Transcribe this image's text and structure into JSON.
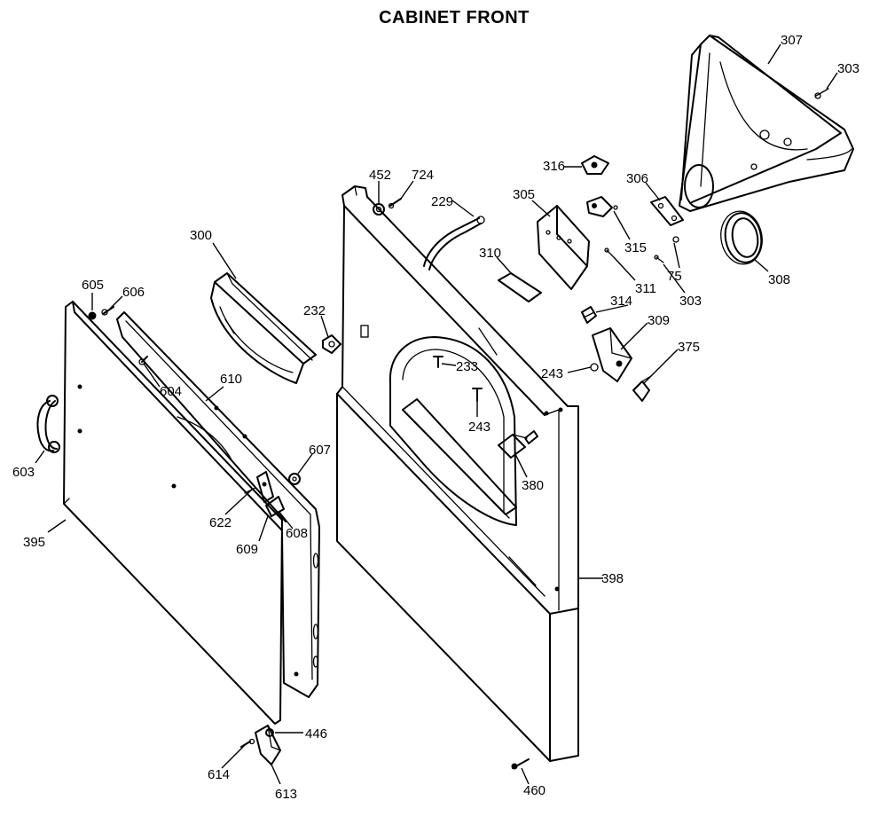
{
  "title": "CABINET FRONT",
  "labels": {
    "p307": "307",
    "p303a": "303",
    "p316": "316",
    "p306": "306",
    "p305": "305",
    "p315": "315",
    "p75": "75",
    "p308": "308",
    "p311": "311",
    "p303b": "303",
    "p310": "310",
    "p452": "452",
    "p724": "724",
    "p229": "229",
    "p300": "300",
    "p232": "232",
    "p605": "605",
    "p606": "606",
    "p604": "604",
    "p610": "610",
    "p603": "603",
    "p314": "314",
    "p309": "309",
    "p375": "375",
    "p243a": "243",
    "p233": "233",
    "p243b": "243",
    "p380": "380",
    "p607": "607",
    "p622": "622",
    "p608": "608",
    "p609": "609",
    "p395": "395",
    "p398": "398",
    "p446": "446",
    "p614": "614",
    "p613": "613",
    "p460": "460"
  }
}
